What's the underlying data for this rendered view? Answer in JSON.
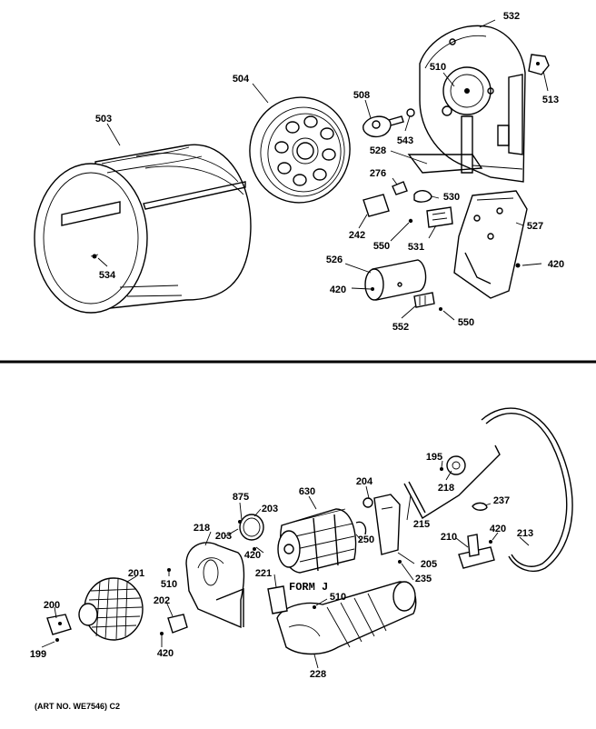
{
  "top_labels": {
    "p532": "532",
    "p510": "510",
    "p513": "513",
    "p504": "504",
    "p508": "508",
    "p503": "503",
    "p543": "543",
    "p528": "528",
    "p276": "276",
    "p530": "530",
    "p527": "527",
    "p242": "242",
    "p550a": "550",
    "p531": "531",
    "p420a": "420",
    "p526": "526",
    "p420b": "420",
    "p534": "534",
    "p552": "552",
    "p550b": "550"
  },
  "bottom_labels": {
    "p195": "195",
    "p218a": "218",
    "p875": "875",
    "p630": "630",
    "p204": "204",
    "p237": "237",
    "p203a": "203",
    "p203b": "203",
    "p218b": "218",
    "p215": "215",
    "p210": "210",
    "p420c": "420",
    "p250": "250",
    "p213": "213",
    "p420d": "420",
    "p510a": "510",
    "p201": "201",
    "p205": "205",
    "p221": "221",
    "p235": "235",
    "p510b": "510",
    "p202": "202",
    "p200": "200",
    "p420e": "420",
    "p199": "199",
    "p228": "228"
  },
  "note": "FORM J",
  "art_number": "(ART NO. WE7546) C2"
}
